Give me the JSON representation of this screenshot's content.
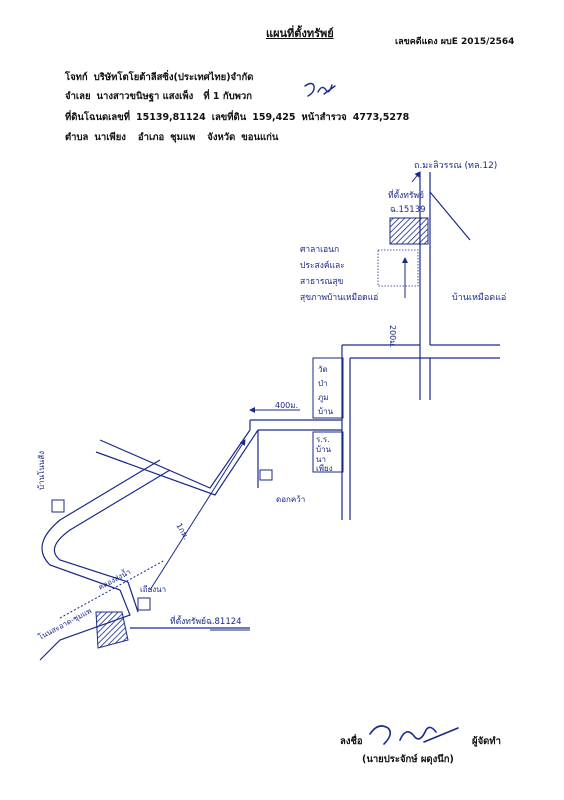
{
  "header": {
    "title": "แผนที่ตั้งทรัพย์",
    "case_number": "เลขคดีแดง ผบE 2015/2564"
  },
  "parties": {
    "plaintiff_label": "โจทก์",
    "plaintiff": "บริษัทโตโยต้าลีสซิ่ง(ประเทศไทย)จำกัด",
    "defendant_label": "จำเลย",
    "defendant": "นางสาวขนิษฐา แสงเพ็ง",
    "defendant_rank": "ที่ 1 กับพวก"
  },
  "property": {
    "deed_label": "ที่ดินโฉนดเลขที่",
    "deed_numbers": "15139,81124",
    "land_label": "เลขที่ดิน",
    "land_numbers": "159,425",
    "survey_label": "หน้าสำรวจ",
    "survey_numbers": "4773,5278"
  },
  "location": {
    "subdistrict_label": "ตำบล",
    "subdistrict": "นาเพียง",
    "district_label": "อำเภอ",
    "district": "ชุมแพ",
    "province_label": "จังหวัด",
    "province": "ขอนแก่น"
  },
  "map": {
    "top_road": "ถ.มะลิวรรณ (ทล.12)",
    "parcel_a": "ที่ตั้งทรัพย์",
    "parcel_a_id": "ฉ.15139",
    "gov_office_l1": "ศาลาเอนก",
    "gov_office_l2": "ประสงค์และ",
    "gov_office_l3": "สาธารณสุข",
    "gov_office_l4": "สุขภาพบ้านเหมือดแอ่",
    "village": "บ้านเหมือดแอ่",
    "dist_200": "200ม.",
    "dist_400": "400ม.",
    "dist_1km": "1กม.",
    "temple_l1": "วัด",
    "temple_l2": "ป่า",
    "temple_l3": "ภูม",
    "temple_l4": "บ้าน",
    "school_l1": "ร.ร.",
    "school_l2": "บ้าน",
    "school_l3": "นา",
    "school_l4": "เพียง",
    "left_village": "บ้านโนนสัง",
    "dok_kwa": "ดอกคว้า",
    "canal": "คลองส่งน้ำ",
    "left_road": "โนนสะอาด-ชุมแพ",
    "house": "เถียงนา",
    "parcel_b": "ที่ตั้งทรัพย์ฉ.81124"
  },
  "footer": {
    "sign_label": "ลงชื่อ",
    "maker_label": "ผู้จัดทำ",
    "signer_name": "(นายประจักษ์ ผดุงนึก)"
  },
  "colors": {
    "ink": "#1a2a8a",
    "hatch": "#1a2a8a"
  }
}
